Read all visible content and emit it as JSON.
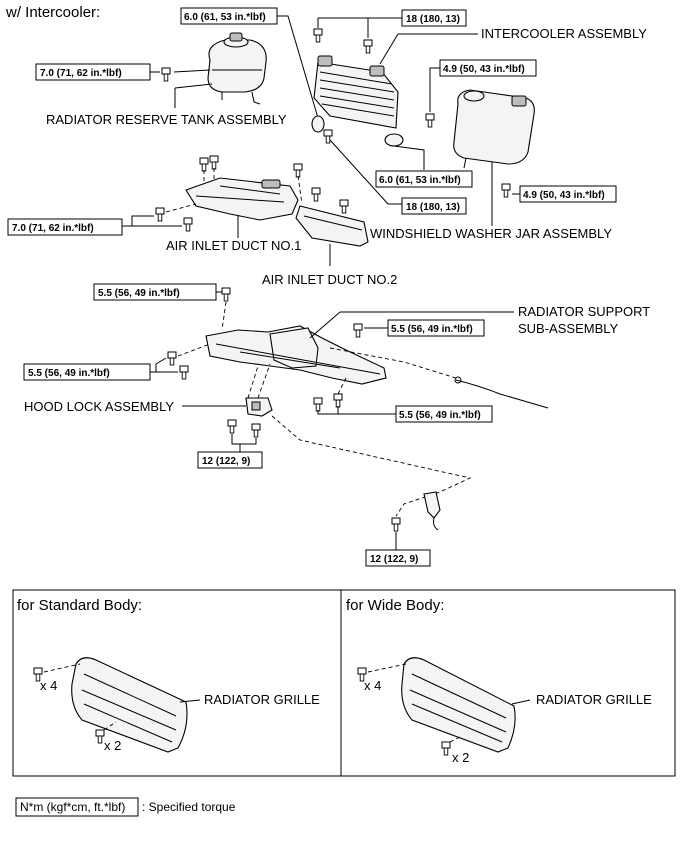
{
  "header": "w/ Intercooler:",
  "labels": {
    "radiator_reserve_tank": "RADIATOR RESERVE TANK ASSEMBLY",
    "intercooler": "INTERCOOLER ASSEMBLY",
    "air_inlet_duct_1": "AIR INLET DUCT NO.1",
    "air_inlet_duct_2": "AIR INLET DUCT NO.2",
    "windshield_washer_jar": "WINDSHIELD WASHER JAR ASSEMBLY",
    "radiator_support_1": "RADIATOR SUPPORT",
    "radiator_support_2": "SUB-ASSEMBLY",
    "hood_lock": "HOOD LOCK ASSEMBLY"
  },
  "torques": {
    "intercooler_hose_clamp": "6.0 (61, 53 in.*lbf)",
    "intercooler_top_bolts": "18 (180, 13)",
    "reserve_tank_bolt": "7.0 (71, 62 in.*lbf)",
    "washer_jar_top": "4.9 (50, 43 in.*lbf)",
    "intercooler_right_clamp": "6.0 (61, 53 in.*lbf)",
    "washer_jar_bottom": "4.9 (50, 43 in.*lbf)",
    "intercooler_bottom_bolt": "18 (180, 13)",
    "air_duct_bolts": "7.0 (71, 62 in.*lbf)",
    "support_top_left": "5.5 (56, 49 in.*lbf)",
    "support_top_right": "5.5 (56, 49 in.*lbf)",
    "support_left": "5.5 (56, 49 in.*lbf)",
    "support_bottom_right": "5.5 (56, 49 in.*lbf)",
    "hood_lock_bolts": "12 (122, 9)",
    "cable_bolt": "12 (122, 9)"
  },
  "grille_panels": {
    "standard": {
      "title": "for Standard Body:",
      "label": "RADIATOR GRILLE",
      "qty_top": "x 4",
      "qty_bottom": "x 2"
    },
    "wide": {
      "title": "for Wide Body:",
      "label": "RADIATOR GRILLE",
      "qty_top": "x 4",
      "qty_bottom": "x 2"
    }
  },
  "legend": {
    "key": "N*m (kgf*cm, ft.*lbf)",
    "text": ": Specified torque"
  }
}
